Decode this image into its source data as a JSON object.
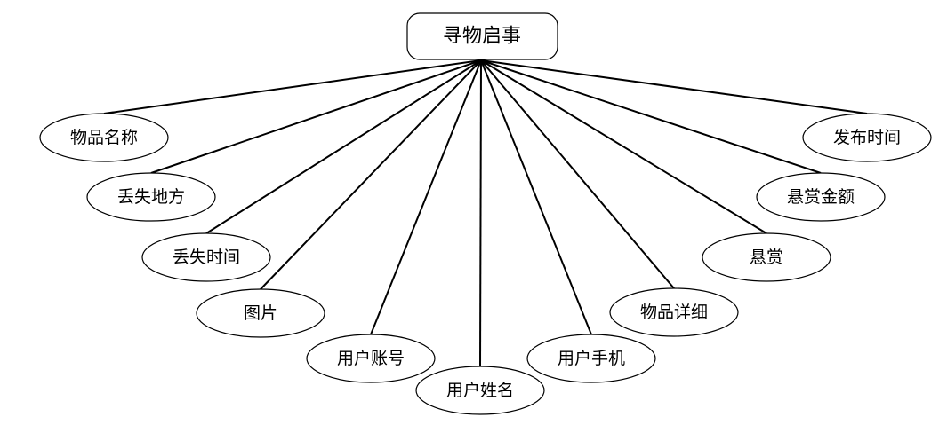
{
  "entity": {
    "label": "寻物启事"
  },
  "attributes": [
    {
      "label": "物品名称"
    },
    {
      "label": "丢失地方"
    },
    {
      "label": "丢失时间"
    },
    {
      "label": "图片"
    },
    {
      "label": "用户账号"
    },
    {
      "label": "用户姓名"
    },
    {
      "label": "用户手机"
    },
    {
      "label": "物品详细"
    },
    {
      "label": "悬赏"
    },
    {
      "label": "悬赏金额"
    },
    {
      "label": "发布时间"
    }
  ]
}
